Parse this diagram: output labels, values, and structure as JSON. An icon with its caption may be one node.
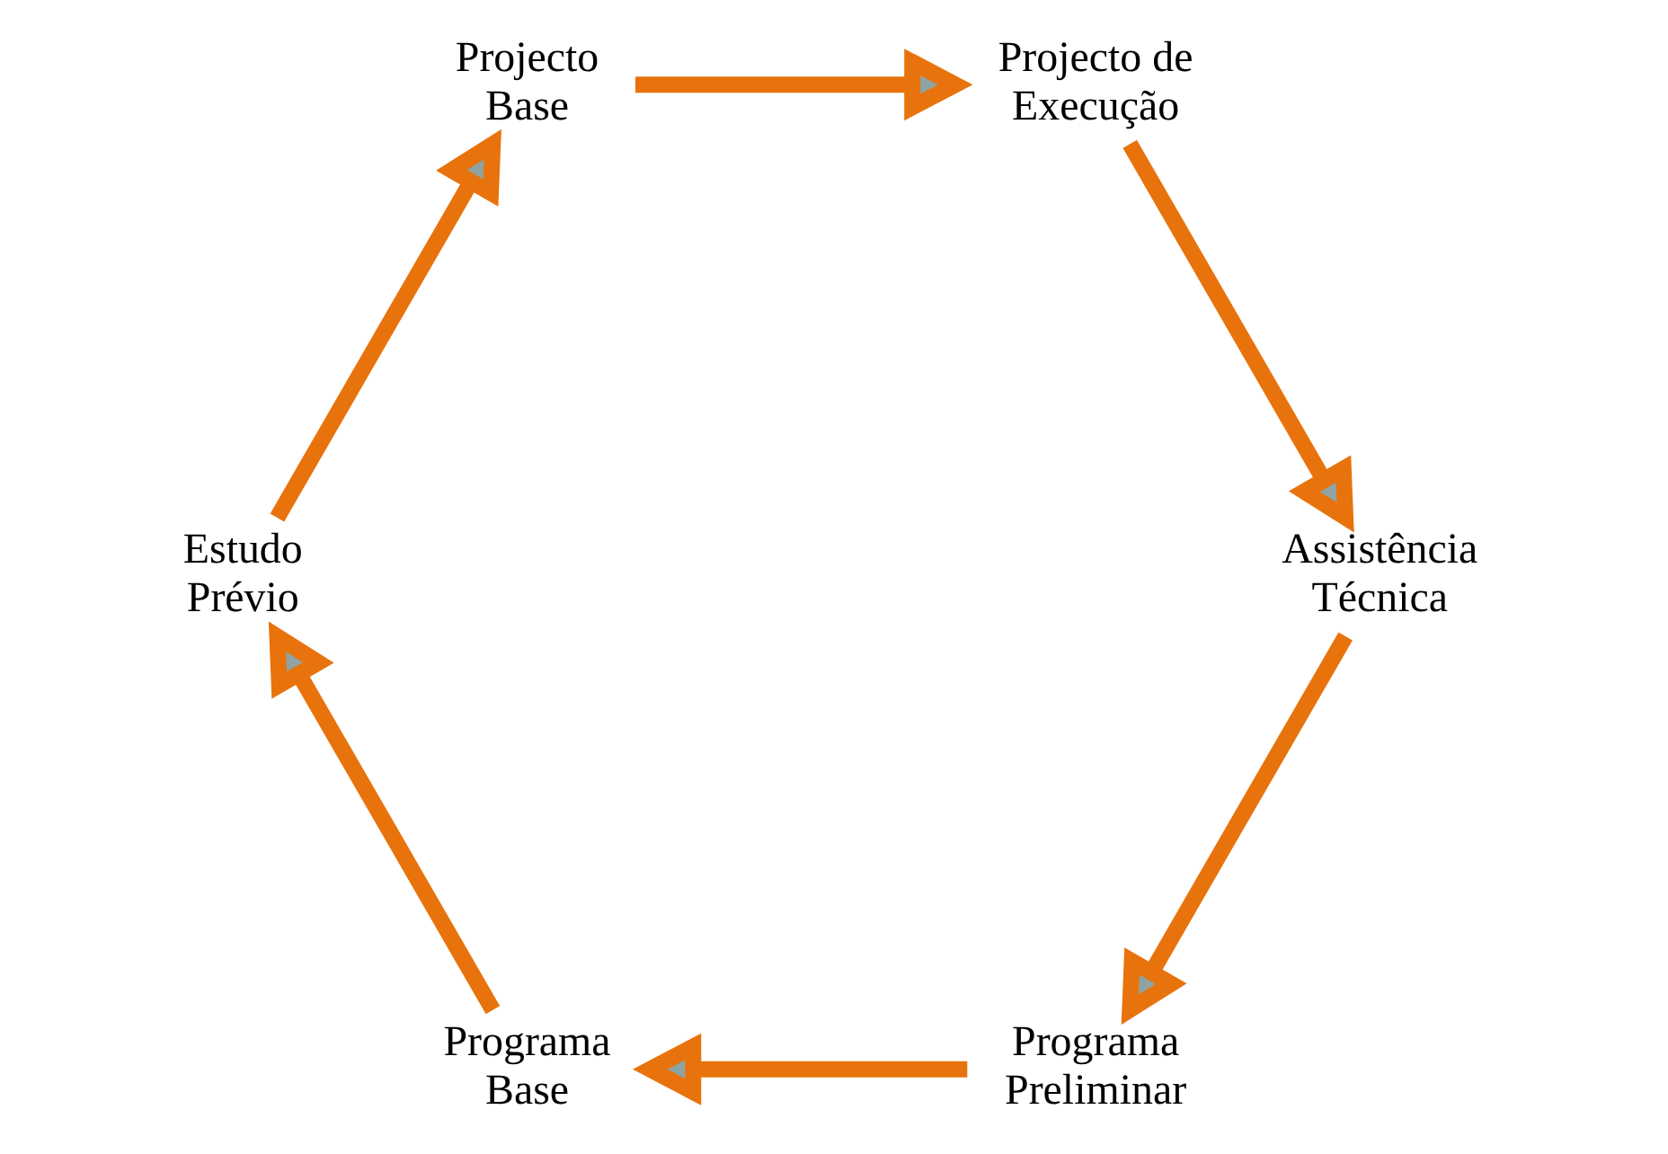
{
  "diagram": {
    "nodes": [
      {
        "text": [
          "Programa Preliminar"
        ]
      },
      {
        "text": [
          "Programa Base"
        ]
      },
      {
        "text": [
          "Estudo Prévio"
        ]
      },
      {
        "text": [
          "Projecto Base"
        ]
      },
      {
        "text": [
          "Projecto de Execução"
        ]
      },
      {
        "text": [
          "Assistência Técnica"
        ]
      }
    ],
    "edges": [
      {
        "from": 5,
        "to": 0,
        "arrow": "to"
      },
      {
        "from": 0,
        "to": 1,
        "arrow": "to"
      },
      {
        "from": 1,
        "to": 2,
        "arrow": "to"
      },
      {
        "from": 2,
        "to": 3,
        "arrow": "to"
      },
      {
        "from": 3,
        "to": 4,
        "arrow": "to"
      },
      {
        "from": 4,
        "to": 5,
        "arrow": "to"
      }
    ]
  }
}
